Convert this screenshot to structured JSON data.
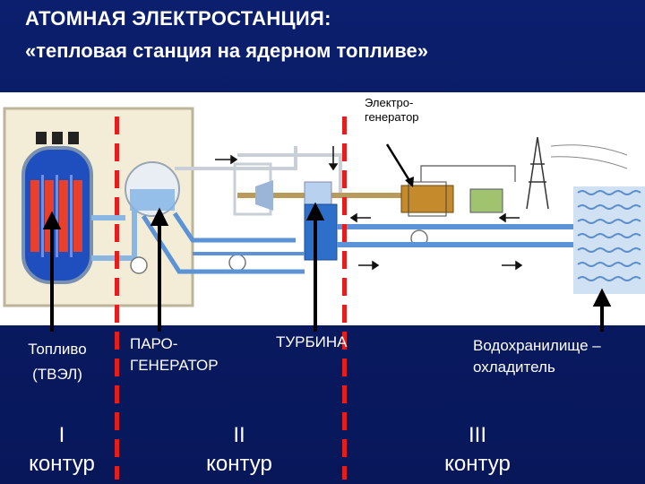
{
  "header": {
    "title": "АТОМНАЯ ЭЛЕКТРОСТАНЦИЯ:",
    "subtitle": "«тепловая станция на ядерном топливе»"
  },
  "diagram": {
    "generator_label_line1": "Электро-",
    "generator_label_line2": "генератор"
  },
  "labels": {
    "fuel_line1": "Топливо",
    "fuel_line2": "(ТВЭЛ)",
    "steam_gen_line1": "ПАРО-",
    "steam_gen_line2": "ГЕНЕРАТОР",
    "turbine": "ТУРБИНА",
    "reservoir_line1": "Водохранилище –",
    "reservoir_line2": "охладитель"
  },
  "circuits": [
    {
      "numeral": "I",
      "word": "контур"
    },
    {
      "numeral": "II",
      "word": "контур"
    },
    {
      "numeral": "III",
      "word": "контур"
    }
  ],
  "colors": {
    "background": "#0a1b63",
    "divider": "#e41d1d",
    "pipe": "#5b93d6",
    "fuel": "#e8402a",
    "reactor": "#1f4fbf"
  }
}
